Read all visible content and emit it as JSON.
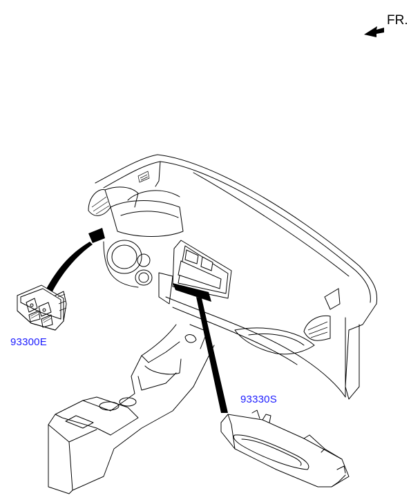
{
  "direction": {
    "label": "FR.",
    "icon": "front-arrow-icon"
  },
  "parts": [
    {
      "id": "93300E",
      "color": "#1a1aff"
    },
    {
      "id": "93330S",
      "color": "#1a1aff"
    }
  ]
}
